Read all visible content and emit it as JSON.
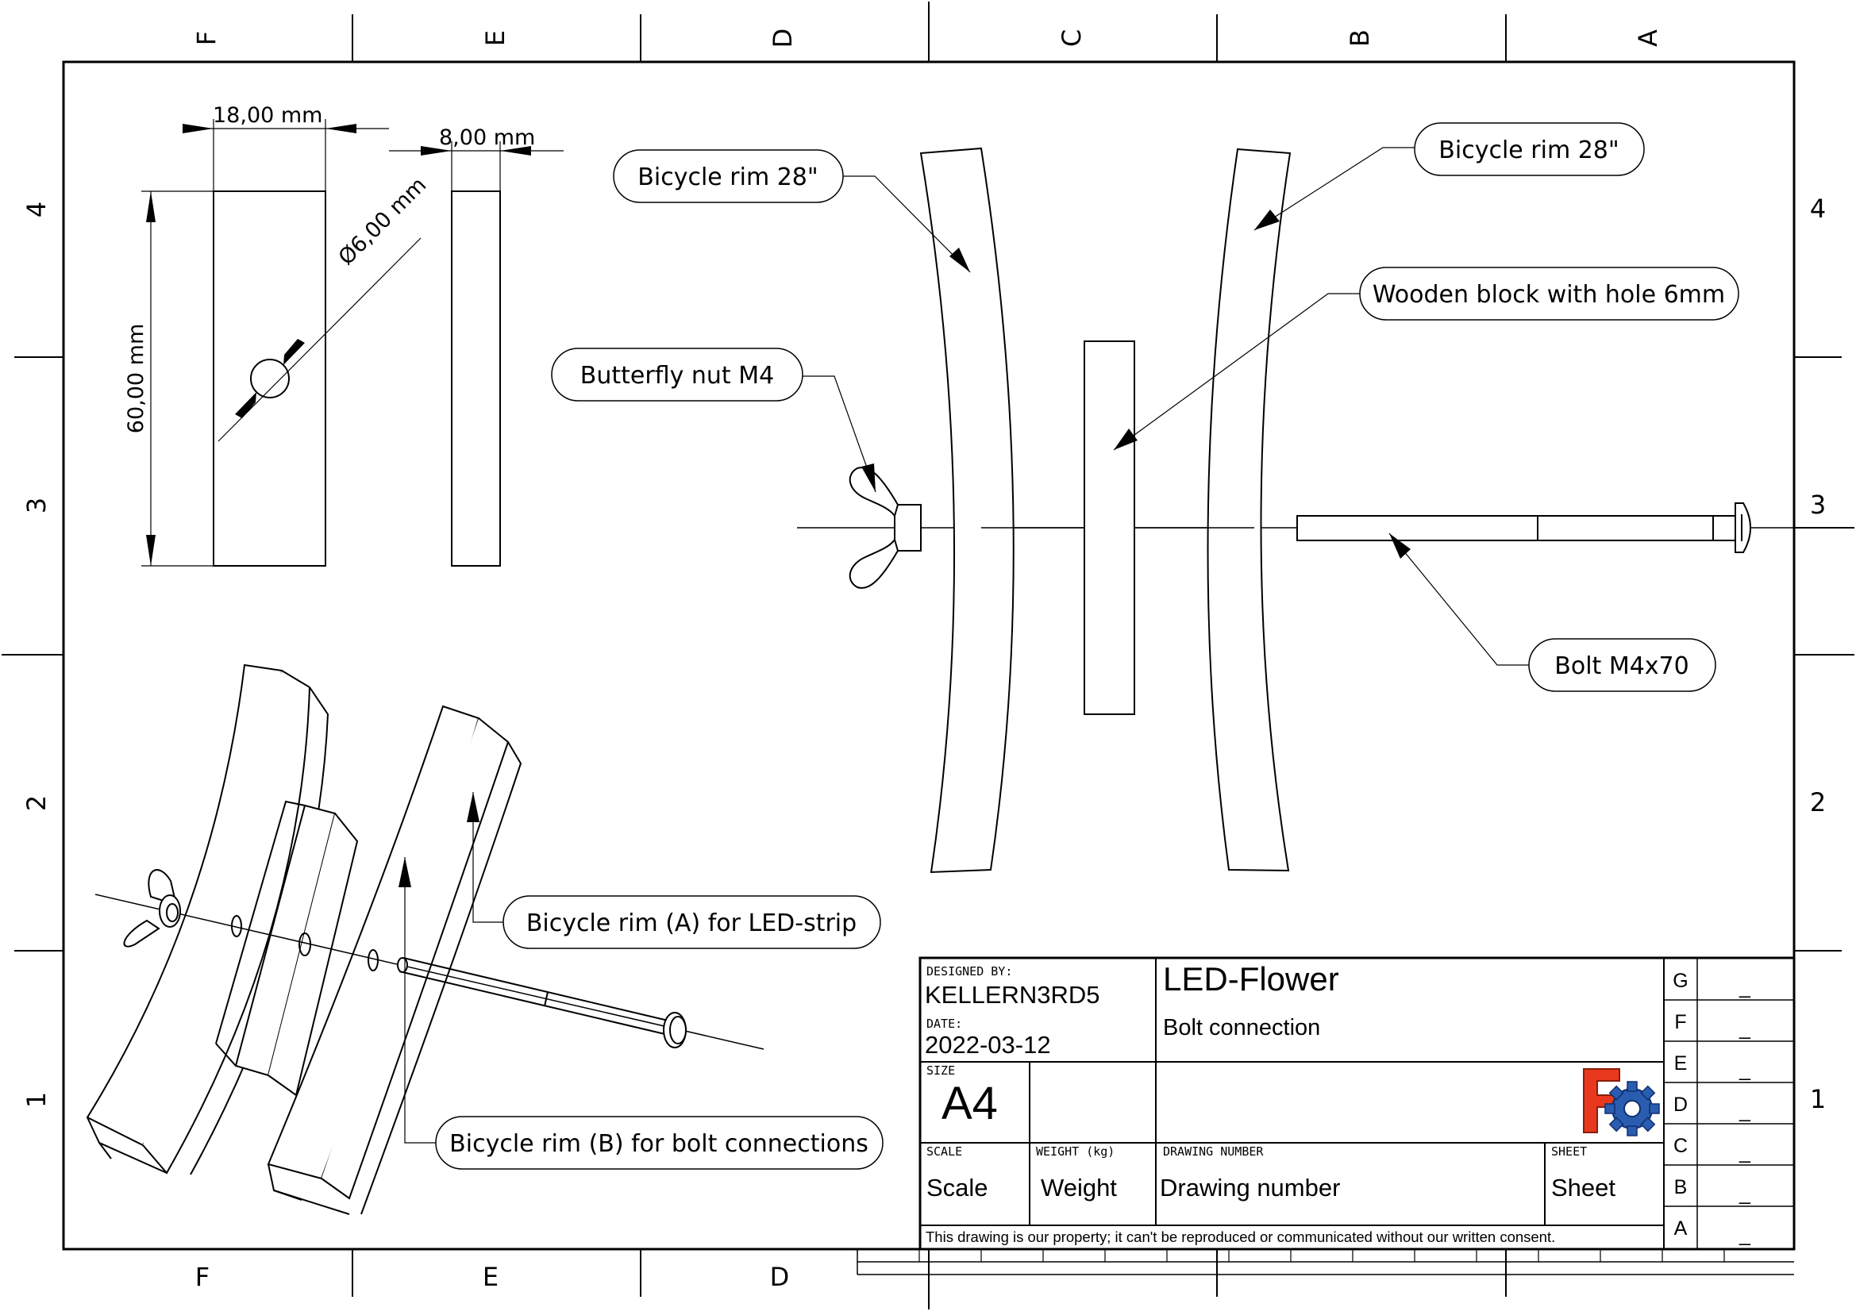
{
  "zones": {
    "top_columns": [
      "F",
      "E",
      "D",
      "C",
      "B",
      "A"
    ],
    "bottom_columns": [
      "F",
      "E",
      "D"
    ],
    "left_rows": [
      "4",
      "3",
      "2",
      "1"
    ],
    "right_rows": [
      "4",
      "3",
      "2",
      "1"
    ]
  },
  "dimensions": {
    "width": "18,00 mm",
    "thickness": "8,00 mm",
    "height": "60,00 mm",
    "hole_diameter": "Ø6,00 mm"
  },
  "callouts": {
    "rim_left": "Bicycle rim 28\"",
    "rim_right": "Bicycle rim 28\"",
    "wooden_block": "Wooden block with hole 6mm",
    "butterfly_nut": "Butterfly nut M4",
    "bolt": "Bolt M4x70",
    "rim_a": "Bicycle rim (A) for LED-strip",
    "rim_b": "Bicycle rim (B) for bolt connections"
  },
  "title_block": {
    "designed_by_label": "DESIGNED BY:",
    "designed_by": "KELLERN3RD5",
    "date_label": "DATE:",
    "date": "2022-03-12",
    "title": "LED-Flower",
    "subtitle": "Bolt connection",
    "size_label": "SIZE",
    "size": "A4",
    "scale_label": "SCALE",
    "scale": "Scale",
    "weight_label": "WEIGHT (kg)",
    "weight": "Weight",
    "drawing_number_label": "DRAWING NUMBER",
    "drawing_number": "Drawing number",
    "sheet_label": "SHEET",
    "sheet": "Sheet",
    "disclaimer": "This drawing is our property; it can't be reproduced or communicated without our written consent.",
    "logo": "freecad-logo",
    "revisions": [
      {
        "letter": "G",
        "value": "_"
      },
      {
        "letter": "F",
        "value": "_"
      },
      {
        "letter": "E",
        "value": "_"
      },
      {
        "letter": "D",
        "value": "_"
      },
      {
        "letter": "C",
        "value": "_"
      },
      {
        "letter": "B",
        "value": "_"
      },
      {
        "letter": "A",
        "value": "_"
      }
    ]
  }
}
